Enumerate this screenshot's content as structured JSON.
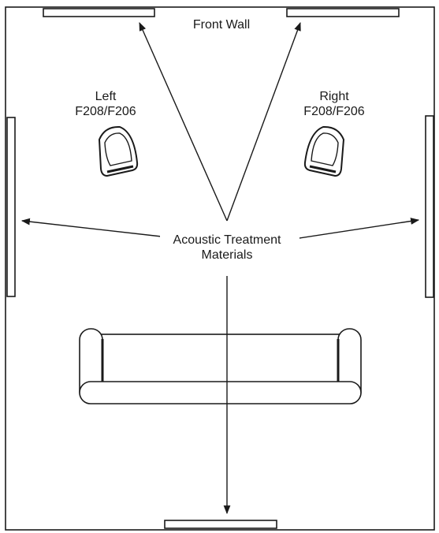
{
  "diagram": {
    "title": "Front Wall",
    "left_speaker": {
      "line1": "Left",
      "line2": "F208/F206"
    },
    "right_speaker": {
      "line1": "Right",
      "line2": "F208/F206"
    },
    "treatment": {
      "line1": "Acoustic Treatment",
      "line2": "Materials"
    }
  }
}
